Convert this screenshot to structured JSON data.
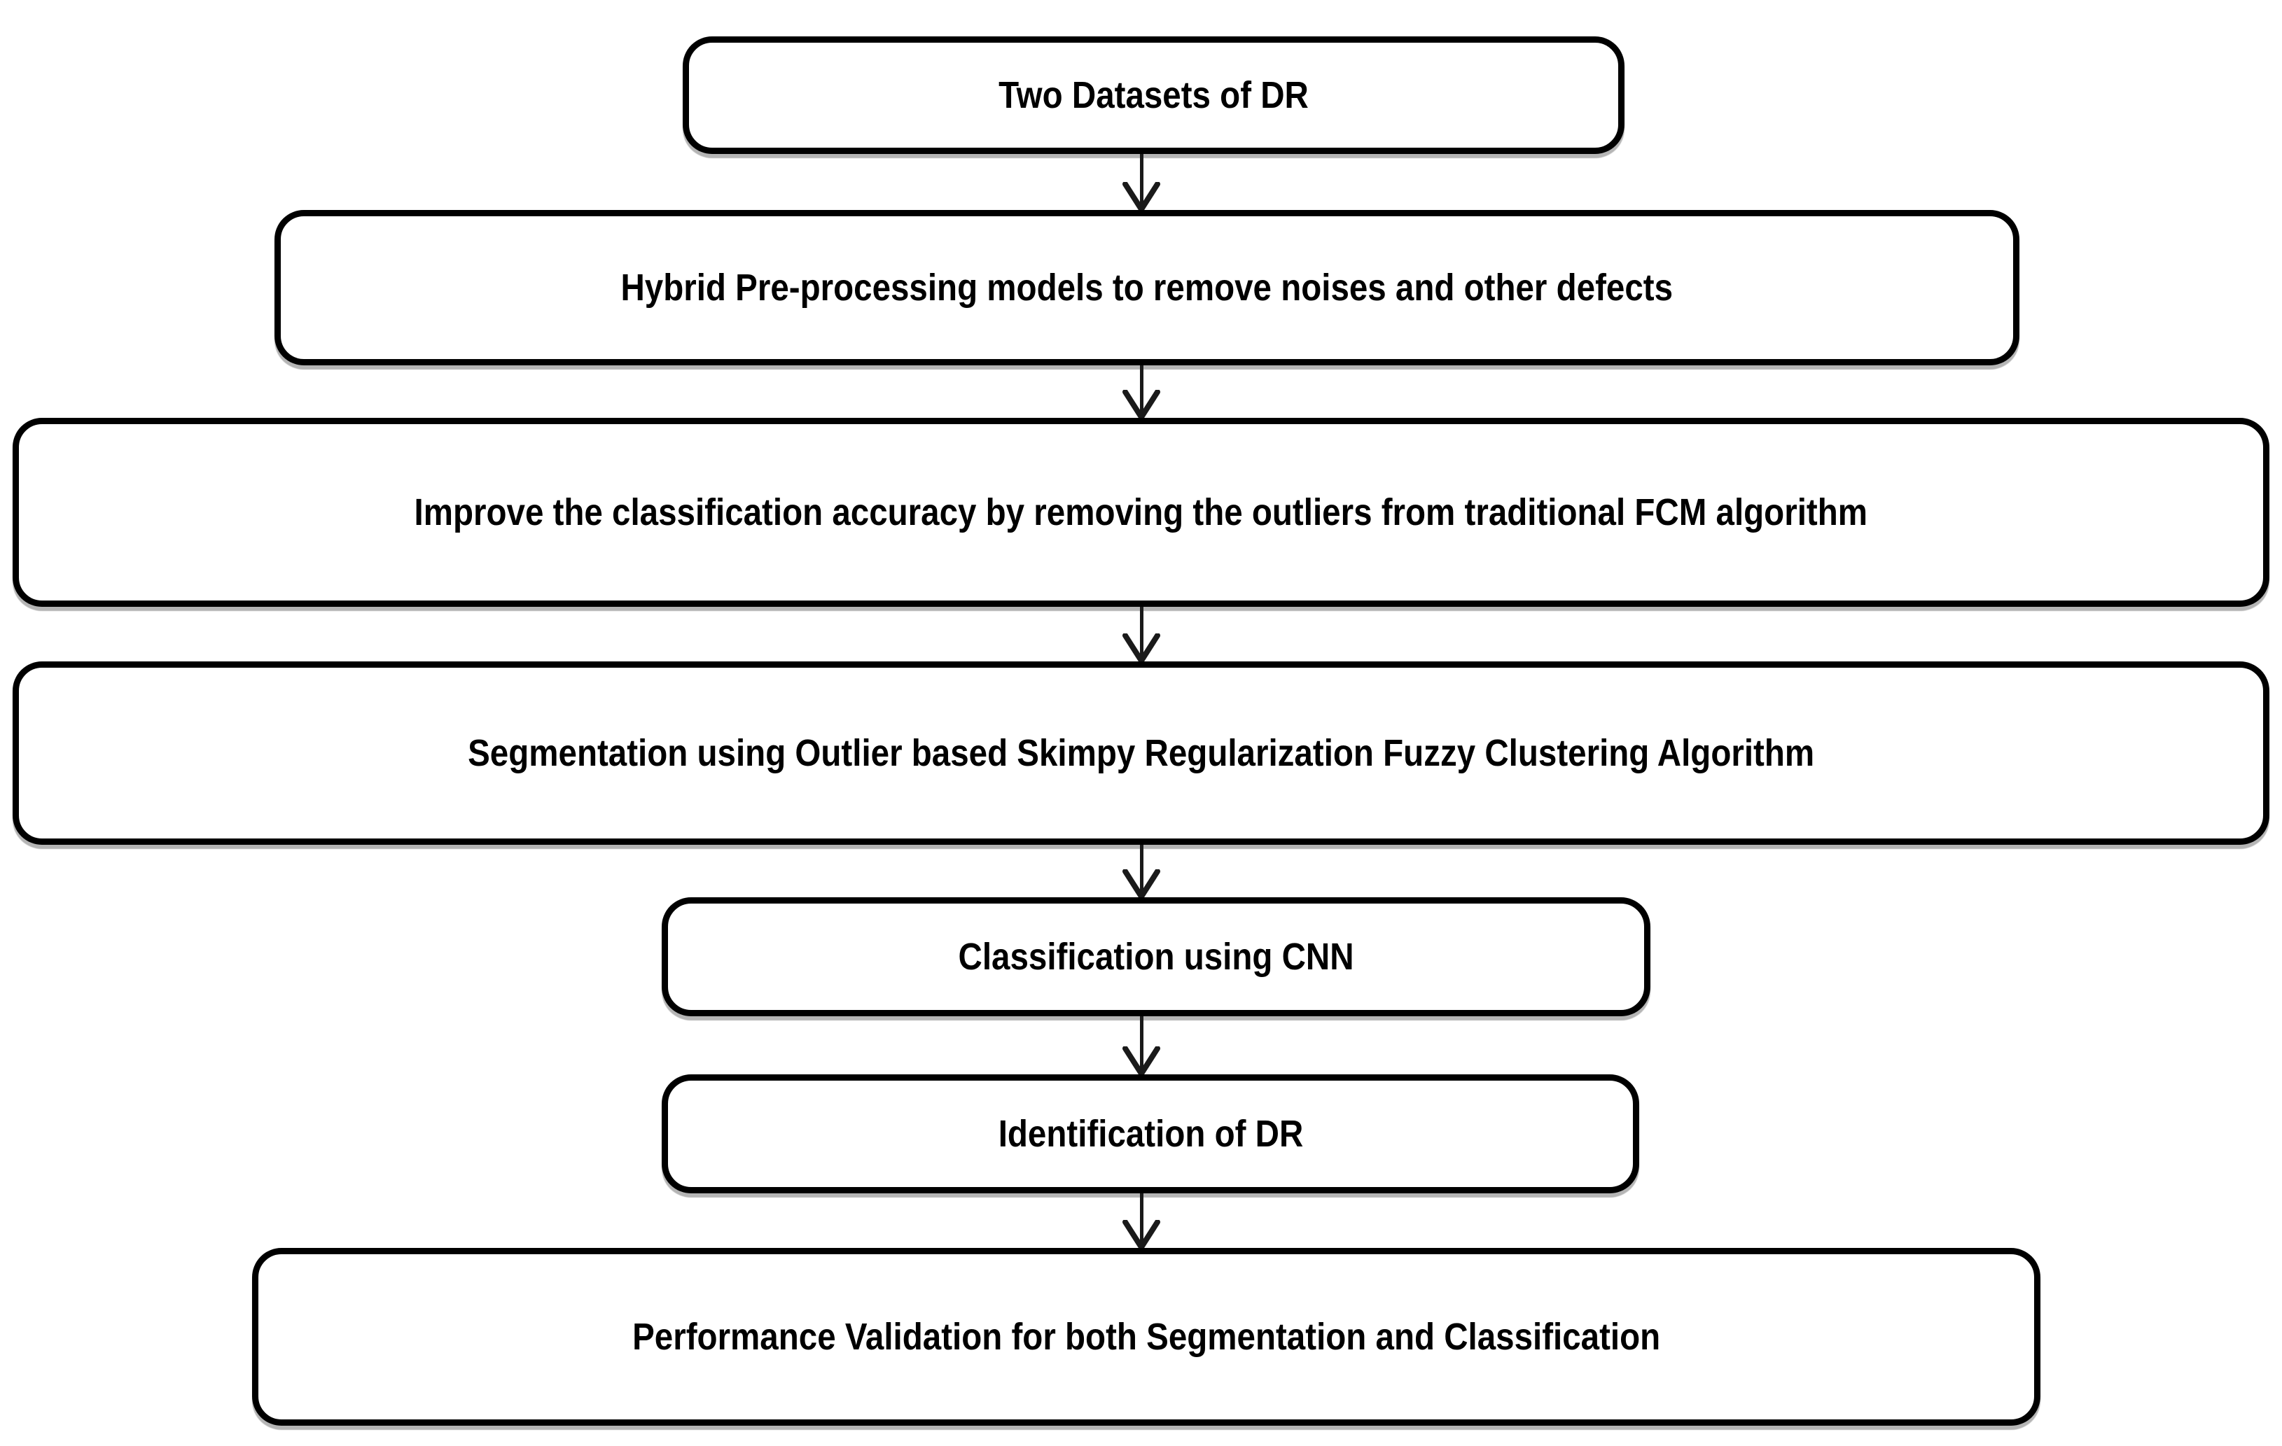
{
  "figure": {
    "type": "flowchart",
    "direction": "top-down",
    "nodes": [
      {
        "id": "two-datasets",
        "label": "Two Datasets of DR"
      },
      {
        "id": "preprocessing",
        "label": "Hybrid Pre-processing models to remove noises and other defects"
      },
      {
        "id": "fcm-improvement",
        "label": "Improve the classification accuracy by removing the outliers from traditional FCM algorithm"
      },
      {
        "id": "segmentation",
        "label": "Segmentation using Outlier based Skimpy Regularization Fuzzy Clustering Algorithm"
      },
      {
        "id": "classification",
        "label": "Classification using CNN"
      },
      {
        "id": "identification",
        "label": "Identification of DR"
      },
      {
        "id": "validation",
        "label": "Performance Validation for both Segmentation and Classification"
      }
    ],
    "edges": [
      {
        "from": "two-datasets",
        "to": "preprocessing"
      },
      {
        "from": "preprocessing",
        "to": "fcm-improvement"
      },
      {
        "from": "fcm-improvement",
        "to": "segmentation"
      },
      {
        "from": "segmentation",
        "to": "classification"
      },
      {
        "from": "classification",
        "to": "identification"
      },
      {
        "from": "identification",
        "to": "validation"
      }
    ],
    "colors": {
      "node_border": "#000000",
      "node_fill": "#ffffff",
      "text": "#000000",
      "arrow": "#1a1a1a",
      "page_background": "#ffffff"
    }
  }
}
